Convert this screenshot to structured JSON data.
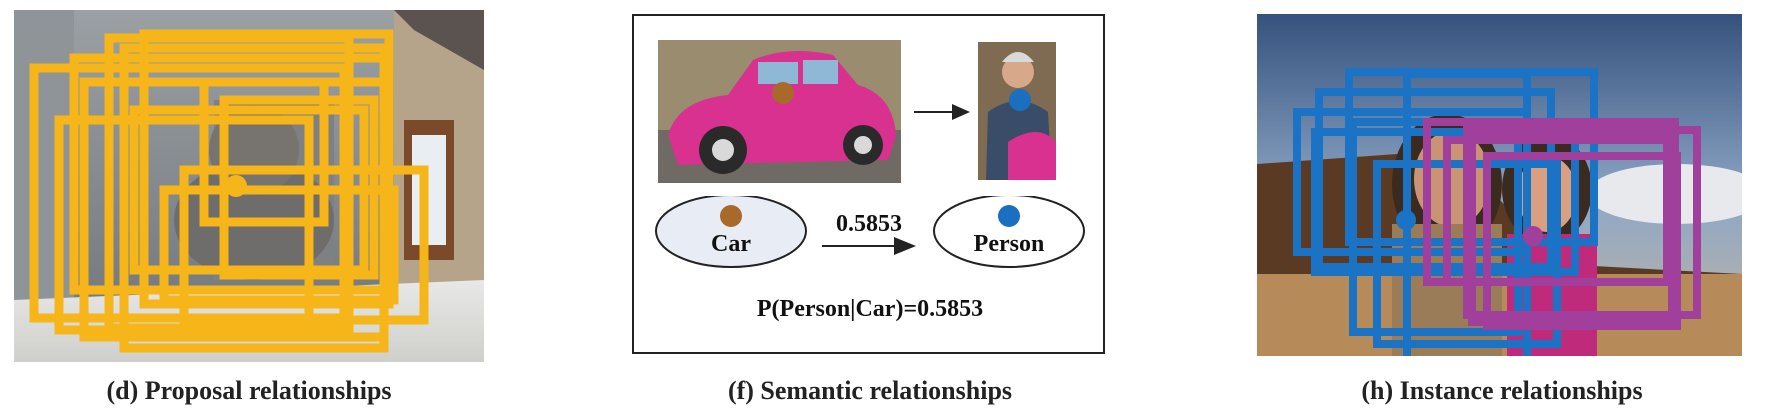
{
  "captions": {
    "proposal": "(d) Proposal relationships",
    "semantic": "(f) Semantic relationships",
    "instance": "(h) Instance relationships"
  },
  "semantic_panel": {
    "node_from": "Car",
    "node_to": "Person",
    "edge_weight": "0.5853",
    "formula": "P(Person|Car)=0.5853"
  },
  "colors": {
    "proposal_box": "#f6b619",
    "instance_box_a": "#1a73c4",
    "instance_box_b": "#a0409c",
    "car_dot": "#a86a2a",
    "person_dot": "#1a6fc0",
    "car_node_fill": "#e8ecf4"
  }
}
